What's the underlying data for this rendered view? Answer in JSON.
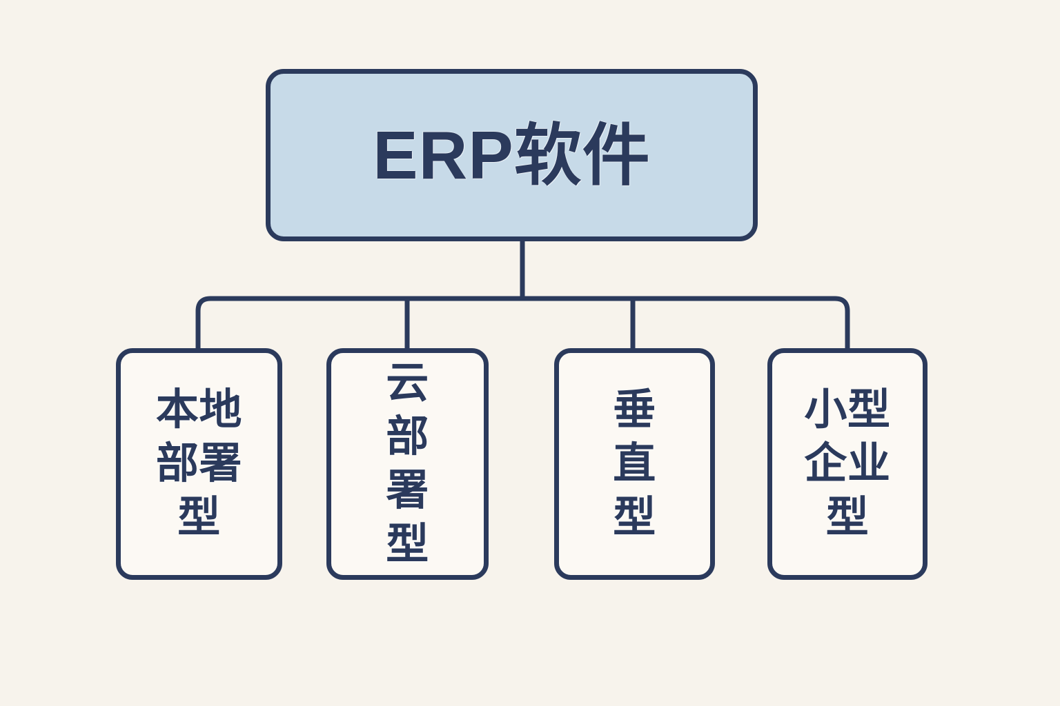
{
  "diagram": {
    "type": "hierarchy-tree",
    "background_color": "#f7f3ec",
    "line_color": "#2b3a5c",
    "root": {
      "label": "ERP软件",
      "fill_color": "#c7dae8",
      "border_color": "#2b3a5c",
      "text_color": "#2b3a5c"
    },
    "children": [
      {
        "label": "本地部署型",
        "fill_color": "#fcf9f4",
        "border_color": "#2b3a5c",
        "text_color": "#2b3a5c"
      },
      {
        "label": "云部署型",
        "fill_color": "#fcf9f4",
        "border_color": "#2b3a5c",
        "text_color": "#2b3a5c"
      },
      {
        "label": "垂直型",
        "fill_color": "#fcf9f4",
        "border_color": "#2b3a5c",
        "text_color": "#2b3a5c"
      },
      {
        "label": "小型企业型",
        "fill_color": "#fcf9f4",
        "border_color": "#2b3a5c",
        "text_color": "#2b3a5c"
      }
    ]
  }
}
